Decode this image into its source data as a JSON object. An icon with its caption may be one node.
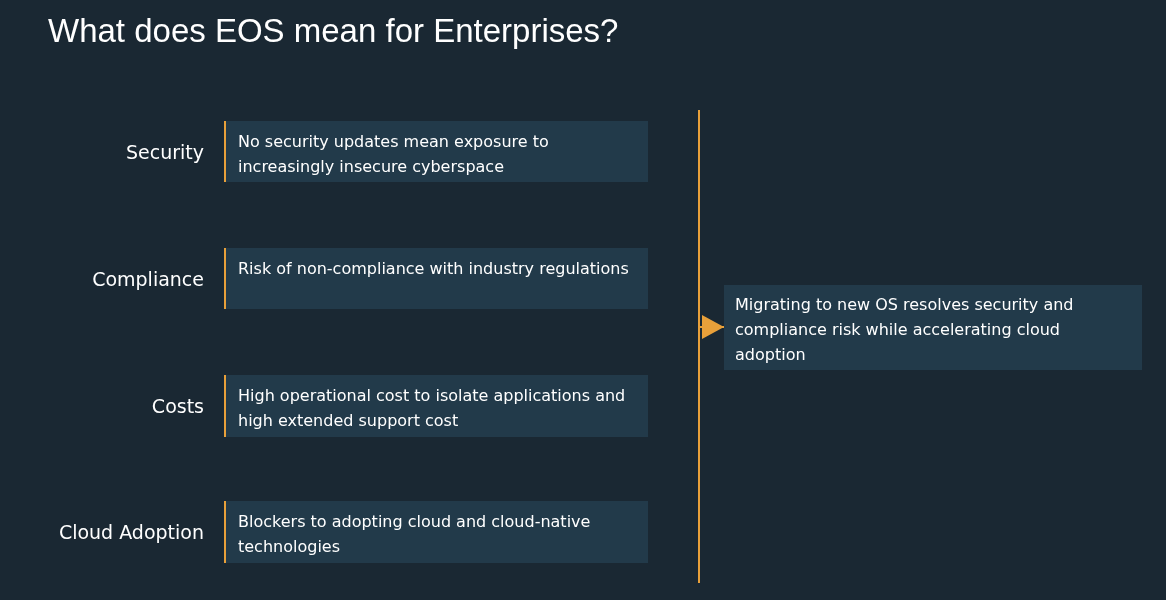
{
  "diagram": {
    "title": "What does EOS mean for Enterprises?",
    "nodes": [
      {
        "text": [
          "Security",
          "No security updates mean exposure to increasingly insecure cyberspace"
        ]
      },
      {
        "text": [
          "Compliance",
          "Risk of non-compliance with industry regulations"
        ]
      },
      {
        "text": [
          "Costs",
          "High operational cost to isolate applications and high extended support cost"
        ]
      },
      {
        "text": [
          "Cloud Adoption",
          "Blockers to adopting cloud and cloud-native technologies"
        ]
      },
      {
        "text": [
          "Migrating to new OS resolves security and compliance risk while accelerating cloud adoption"
        ]
      }
    ],
    "edges": [
      {
        "from": null,
        "to": 4,
        "arrow": "to"
      }
    ]
  }
}
